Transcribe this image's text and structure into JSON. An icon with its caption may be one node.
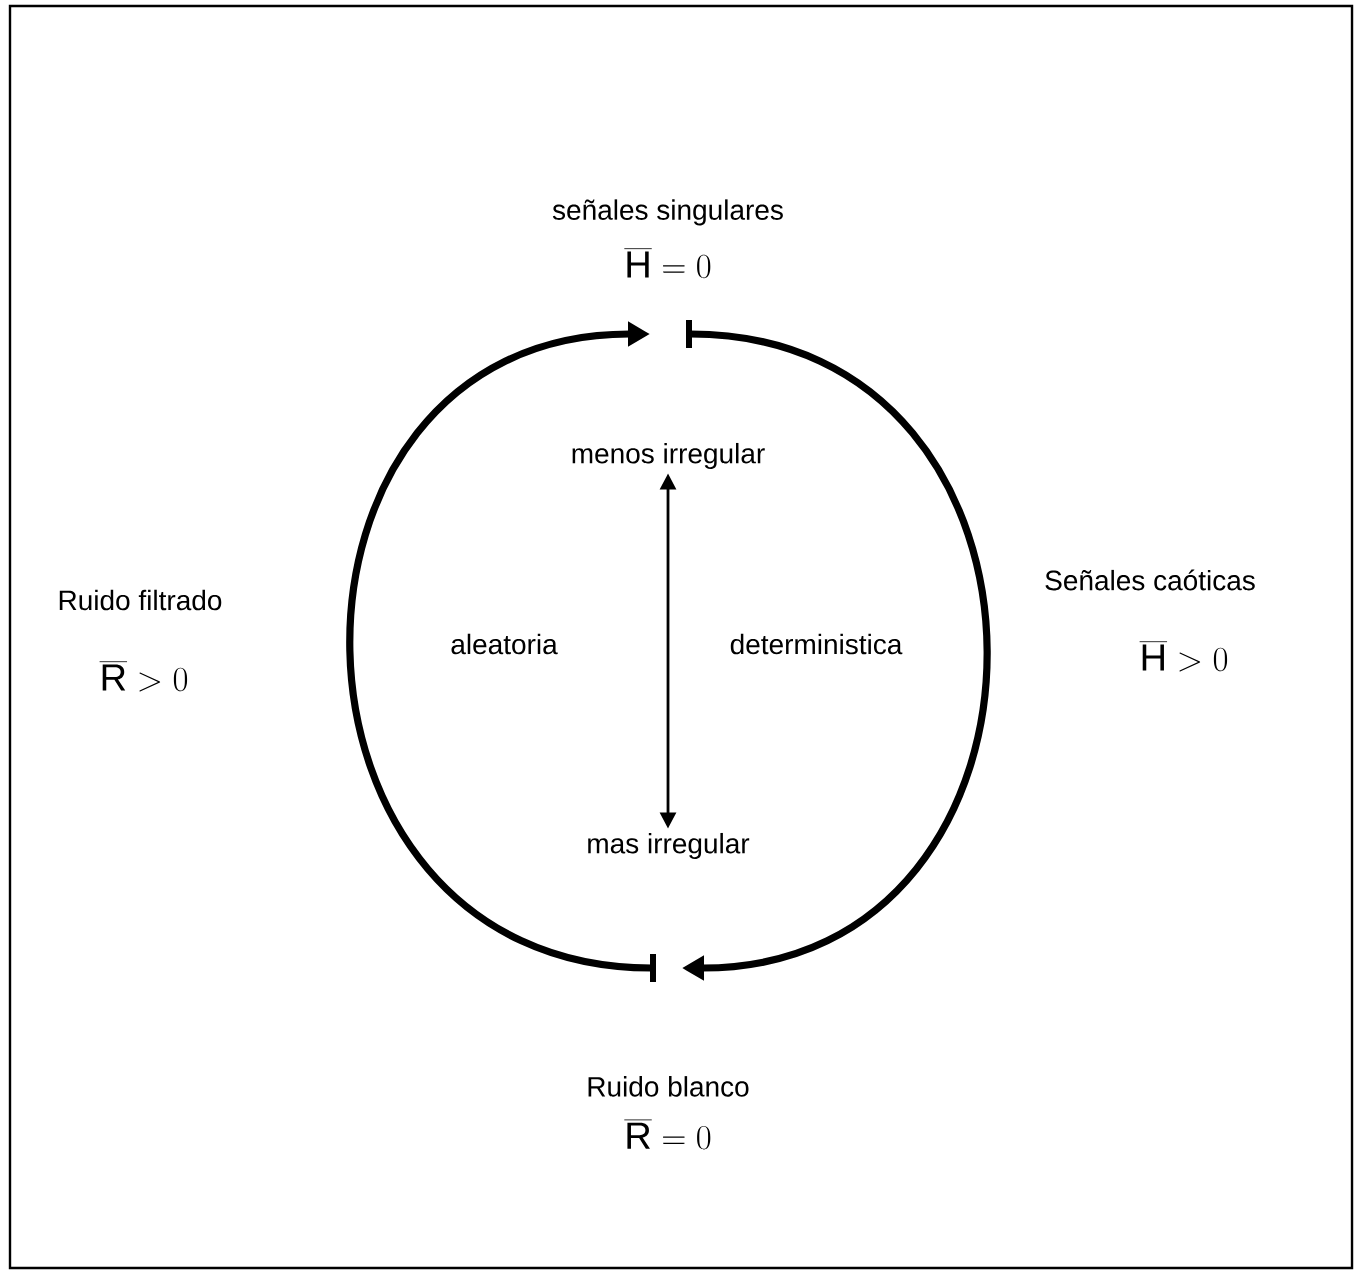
{
  "diagram": {
    "nodes": [
      {
        "text": [
          "señales singulares",
          "\\overline{\\mathrm{H}} = 0"
        ]
      },
      {
        "text": [
          "menos irregular"
        ]
      },
      {
        "text": [
          "mas irregular"
        ]
      },
      {
        "text": [
          "Ruido blanco",
          "\\overline{\\mathrm{R}} = 0"
        ]
      }
    ],
    "edges": [
      {
        "from": 3,
        "to": 0,
        "arrow": "to"
      },
      {
        "from": 0,
        "to": 3,
        "arrow": "to"
      },
      {
        "from": 1,
        "to": 2,
        "arrow": "both"
      }
    ],
    "labels": [
      "Ruido filtrado",
      "\\overline{\\mathrm{R}} > 0",
      "aleatoria",
      "deterministica",
      "Señales caóticas",
      "\\overline{\\mathrm{H}} > 0"
    ]
  }
}
